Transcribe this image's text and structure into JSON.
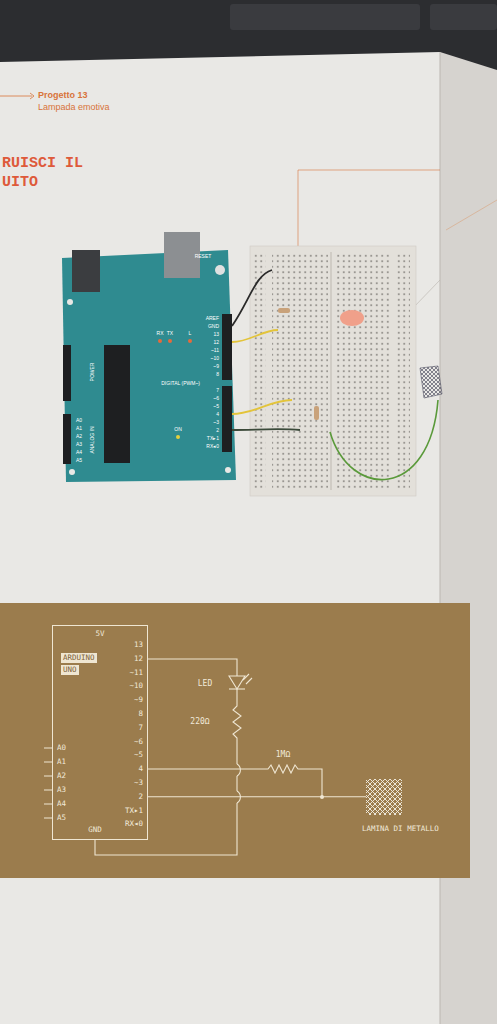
{
  "diagram": {
    "nodes": [
      {
        "text": [
          "ARDUINO",
          "UNO"
        ]
      },
      {
        "text": [
          "LAMINA DI METALLO"
        ]
      }
    ],
    "edges": [
      {
        "from": 0,
        "to": 1,
        "arrow": "none"
      }
    ],
    "labels": [
      "Progetto 13",
      "Lampada emotiva",
      "RUISCI IL",
      "UITO",
      "RESET",
      "AREF",
      "GND",
      "13",
      "12",
      "~11",
      "~10",
      "~9",
      "8",
      "7",
      "~6",
      "~5",
      "4",
      "~3",
      "2",
      "TX▸1",
      "RX◂0",
      "DIGITAL (PWM~)",
      "RX",
      "TX",
      "L",
      "ON",
      "POWER",
      "ANALOG IN",
      "A0",
      "A1",
      "A2",
      "A3",
      "A4",
      "A5",
      "5V",
      "13",
      "12",
      "~11",
      "~10",
      "~9",
      "8",
      "7",
      "~6",
      "~5",
      "4",
      "~3",
      "2",
      "TX▸1",
      "RX◂0",
      "A0",
      "A1",
      "A2",
      "A3",
      "A4",
      "A5",
      "GND",
      "LED",
      "220Ω",
      "1MΩ"
    ]
  }
}
